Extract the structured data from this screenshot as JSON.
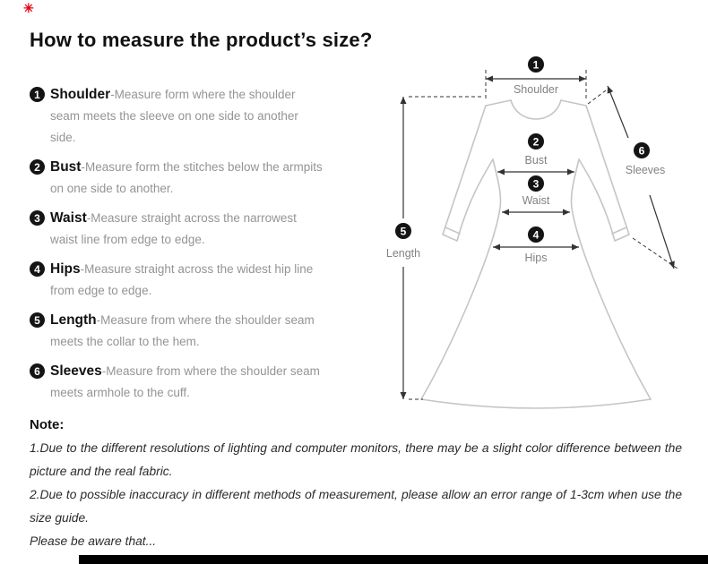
{
  "page": {
    "title": "How to measure the product’s size?",
    "brand_mark": "✳"
  },
  "measurements": [
    {
      "num": "1",
      "term": "Shoulder",
      "desc": "-Measure form where the shoulder seam meets the sleeve on one side to another side."
    },
    {
      "num": "2",
      "term": "Bust",
      "desc": "-Measure form the stitches below the armpits on one side to another."
    },
    {
      "num": "3",
      "term": "Waist",
      "desc": "-Measure straight across the narrowest waist line from edge to edge."
    },
    {
      "num": "4",
      "term": "Hips",
      "desc": "-Measure straight across the widest hip line from edge to edge."
    },
    {
      "num": "5",
      "term": "Length",
      "desc": "-Measure from where the shoulder seam meets the collar to the hem."
    },
    {
      "num": "6",
      "term": "Sleeves",
      "desc": "-Measure from where the shoulder seam meets armhole to the cuff."
    }
  ],
  "diagram": {
    "shoulder": {
      "num": "1",
      "label": "Shoulder"
    },
    "bust": {
      "num": "2",
      "label": "Bust"
    },
    "waist": {
      "num": "3",
      "label": "Waist"
    },
    "hips": {
      "num": "4",
      "label": "Hips"
    },
    "length": {
      "num": "5",
      "label": "Length"
    },
    "sleeves": {
      "num": "6",
      "label": "Sleeves"
    }
  },
  "note": {
    "heading": "Note:",
    "lines": [
      "1.Due to the different resolutions of lighting and computer monitors, there may be a slight color difference between the picture and the real fabric.",
      "2.Due to possible inaccuracy in different methods of measurement, please allow an error range of 1-3cm when use the size guide.",
      "Please be aware that..."
    ]
  },
  "colors": {
    "brand_red": "#e60012",
    "badge_black": "#141414",
    "arrow_gray": "#333333",
    "dress_outline": "#c5c5c5",
    "label_gray": "#828282"
  }
}
